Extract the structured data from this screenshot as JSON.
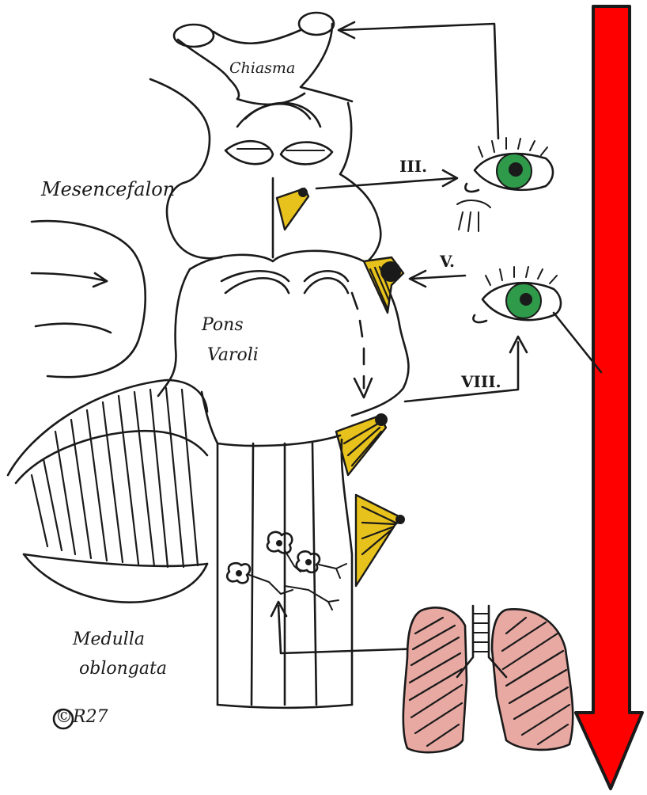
{
  "labels": {
    "chiasma": "Chiasma",
    "mesencephalon": "Mesencefalon",
    "pons_line1": "Pons",
    "pons_line2": "Varoli",
    "medulla_line1": "Medulla",
    "medulla_line2": "oblongata",
    "copyright": "©R27"
  },
  "nerves": {
    "oculomotor": "III.",
    "trigeminal": "V.",
    "vestibulocochlear": "VIII."
  },
  "colors": {
    "arrow": "#ff0000",
    "nerve_ganglion": "#e8c21c",
    "iris": "#2e9a4a",
    "lung": "#e8a9a3",
    "ink": "#1a1a1a"
  }
}
